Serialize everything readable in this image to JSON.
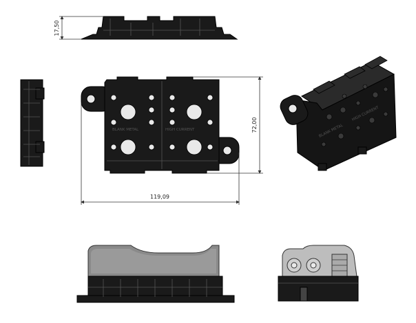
{
  "drawing": {
    "views": [
      "top-view",
      "side-view",
      "front-view",
      "isometric-view",
      "front-assembled-view",
      "side-assembled-view"
    ],
    "dimensions": {
      "height": "17,50",
      "width": "119,09",
      "depth": "72,00"
    },
    "body_labels": {
      "left": "BLANK METAL",
      "right": "HIGH CURRENT"
    },
    "colors": {
      "body": "#1a1a1a",
      "body_edge": "#000000",
      "hole": "#e9e9e9",
      "cover": "#8a8a8a",
      "cover_light": "#bdbdbd",
      "line": "#333333"
    }
  }
}
